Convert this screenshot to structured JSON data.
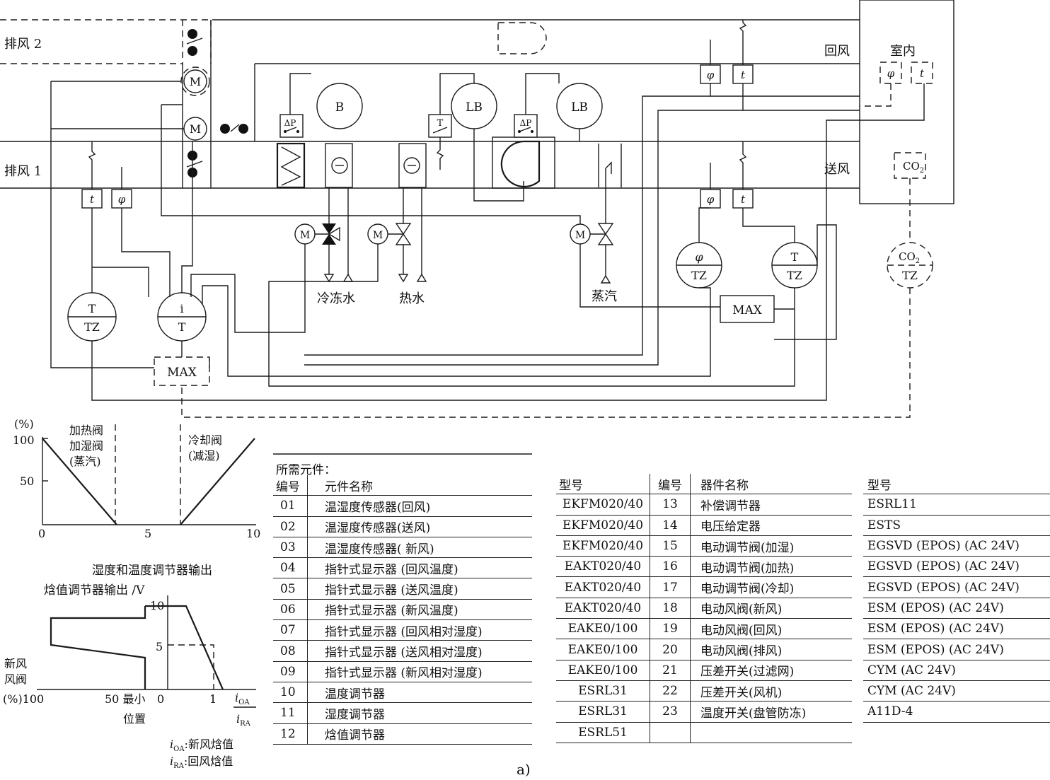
{
  "figure_label": "a)",
  "schematic": {
    "exhaust_2": "排风 2",
    "exhaust_1": "排风 1",
    "return_air": "回风",
    "indoor": "室内",
    "supply_air": "送风",
    "co2": "CO",
    "co2_sub": "2",
    "chilled_water": "冷冻水",
    "hot_water": "热水",
    "steam": "蒸汽",
    "motor": "M",
    "fan_b": "B",
    "lb": "LB",
    "dp": "ΔP",
    "t_switch": "T",
    "sensor_phi": "φ",
    "sensor_t": "t",
    "tz": "TZ",
    "t_top": "T",
    "i_top": "i",
    "max": "MAX",
    "co2_tz_top": "CO",
    "co2_tz_sub": "2"
  },
  "chart_valve": {
    "y_unit": "(%)",
    "y_ticks": [
      "100",
      "50"
    ],
    "x_ticks": [
      "0",
      "5",
      "10"
    ],
    "heating_label": [
      "加热阀",
      "加湿阀",
      "(蒸汽)"
    ],
    "cooling_label": [
      "冷却阀",
      "(减湿)"
    ],
    "chart_data": {
      "type": "line",
      "xlabel": "",
      "ylabel": "(%)",
      "xlim": [
        0,
        10
      ],
      "ylim": [
        0,
        100
      ],
      "series": [
        {
          "name": "加热阀 加湿阀 (蒸汽)",
          "x": [
            0,
            3.5
          ],
          "y": [
            100,
            0
          ]
        },
        {
          "name": "冷却阀 (减湿)",
          "x": [
            6.5,
            10
          ],
          "y": [
            0,
            100
          ]
        }
      ]
    }
  },
  "chart_enthalpy": {
    "title": "湿度和温度调节器输出",
    "ylabel": "焓值调节器输出 /V",
    "y_ticks": [
      "10",
      "5"
    ],
    "damper_label": [
      "新风",
      "风阀"
    ],
    "x_left": "(%)100",
    "x_min": "50 最小",
    "x_min2": "位置",
    "x_zero": "0",
    "x_one": "1",
    "x_ratio_top": "i",
    "x_ratio_top_sub": "OA",
    "x_ratio_bot": "i",
    "x_ratio_bot_sub": "RA",
    "legend_oa": ":新风焓值",
    "legend_ra": ":回风焓值",
    "legend_i": "i",
    "legend_oa_sub": "OA",
    "legend_ra_sub": "RA",
    "chart_data": {
      "type": "line",
      "series": [
        {
          "name": "",
          "x": [
            0,
            0.4,
            1.2
          ],
          "y": [
            10,
            10,
            0
          ]
        }
      ]
    }
  },
  "components": {
    "caption": "所需元件：",
    "headers": {
      "no": "编号",
      "name": "元件名称"
    },
    "rows": [
      {
        "no": "01",
        "name": "温湿度传感器(回风)"
      },
      {
        "no": "02",
        "name": "温湿度传感器(送风)"
      },
      {
        "no": "03",
        "name": "温湿度传感器( 新风)"
      },
      {
        "no": "04",
        "name": "指针式显示器 (回风温度)"
      },
      {
        "no": "05",
        "name": "指针式显示器 (送风温度)"
      },
      {
        "no": "06",
        "name": "指针式显示器 (新风温度)"
      },
      {
        "no": "07",
        "name": "指针式显示器 (回风相对湿度)"
      },
      {
        "no": "08",
        "name": "指针式显示器 (送风相对湿度)"
      },
      {
        "no": "09",
        "name": "指针式显示器 (新风相对湿度)"
      },
      {
        "no": "10",
        "name": "温度调节器"
      },
      {
        "no": "11",
        "name": "湿度调节器"
      },
      {
        "no": "12",
        "name": "焓值调节器"
      }
    ]
  },
  "devices": {
    "headers": {
      "model": "型号",
      "no": "编号",
      "name": "器件名称"
    },
    "rows": [
      {
        "model": "EKFM020/40",
        "no": "13",
        "name": "补偿调节器"
      },
      {
        "model": "EKFM020/40",
        "no": "14",
        "name": "电压给定器"
      },
      {
        "model": "EKFM020/40",
        "no": "15",
        "name": "电动调节阀(加湿)"
      },
      {
        "model": "EAKT020/40",
        "no": "16",
        "name": "电动调节阀(加热)"
      },
      {
        "model": "EAKT020/40",
        "no": "17",
        "name": "电动调节阀(冷却)"
      },
      {
        "model": "EAKT020/40",
        "no": "18",
        "name": "电动风阀(新风)"
      },
      {
        "model": "EAKE0/100",
        "no": "19",
        "name": "电动风阀(回风)"
      },
      {
        "model": "EAKE0/100",
        "no": "20",
        "name": "电动风阀(排风)"
      },
      {
        "model": "EAKE0/100",
        "no": "21",
        "name": "压差开关(过滤网)"
      },
      {
        "model": "ESRL31",
        "no": "22",
        "name": "压差开关(风机)"
      },
      {
        "model": "ESRL31",
        "no": "23",
        "name": "温度开关(盘管防冻)"
      },
      {
        "model": "ESRL51",
        "no": "",
        "name": ""
      }
    ]
  },
  "models": {
    "header": "型号",
    "rows": [
      "ESRL11",
      "ESTS",
      "EGSVD (EPOS) (AC 24V)",
      "EGSVD (EPOS) (AC 24V)",
      "EGSVD (EPOS) (AC 24V)",
      "ESM (EPOS) (AC 24V)",
      "ESM (EPOS) (AC 24V)",
      "ESM (EPOS) (AC 24V)",
      "CYM (AC 24V)",
      "CYM (AC 24V)",
      "A11D-4"
    ]
  }
}
